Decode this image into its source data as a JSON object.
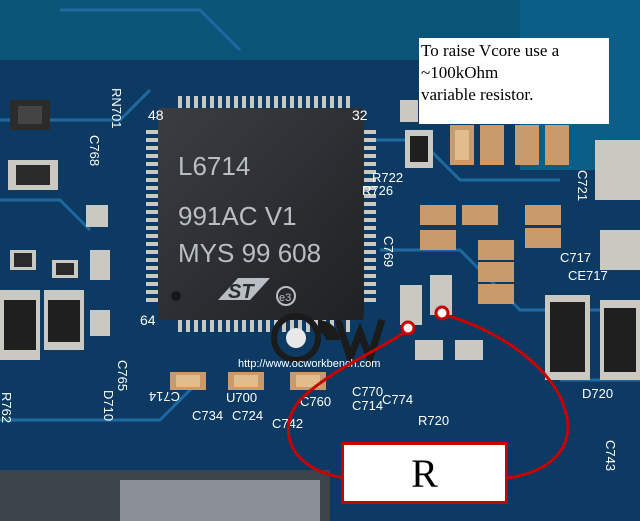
{
  "annotation": {
    "lines": [
      "To raise Vcore use a",
      "~100kOhm",
      "variable resistor."
    ]
  },
  "callout": {
    "label": "R"
  },
  "chip": {
    "lines": [
      "L6714",
      "991AC V1",
      "MYS 99 608"
    ],
    "pin_labels": {
      "top_left": "48",
      "top_right": "32",
      "bottom_left": "64"
    }
  },
  "watermark": {
    "url": "http://www.ocworkbench.com"
  },
  "silkscreen": {
    "labels": [
      "RN701",
      "C768",
      "C765",
      "D710",
      "R762",
      "C714",
      "C734",
      "C724",
      "C742",
      "U700",
      "C760",
      "C770",
      "C714",
      "C774",
      "R722",
      "R726",
      "C769",
      "R720",
      "C717",
      "C721",
      "C743",
      "D720",
      "CE717"
    ]
  },
  "colors": {
    "pcb": "#0d3a63",
    "chip": "#2a2d31",
    "callout": "#c80000"
  }
}
